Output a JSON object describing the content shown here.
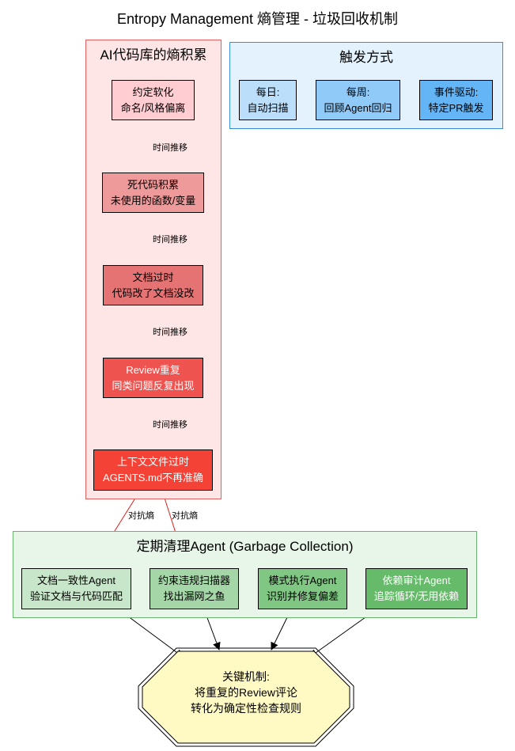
{
  "title": "Entropy Management 熵管理 - 垃圾回收机制",
  "clusters": {
    "accumulation": {
      "title": "AI代码库的熵积累",
      "fill": "#ffe6e6",
      "stroke": "#e06060"
    },
    "triggers": {
      "title": "触发方式",
      "fill": "#e3f2fd",
      "stroke": "#3a8fd0"
    },
    "gc": {
      "title": "定期清理Agent (Garbage Collection)",
      "fill": "#e8f5e9",
      "stroke": "#6ab56e"
    }
  },
  "entropy_nodes": [
    {
      "line1": "约定软化",
      "line2": "命名/风格偏离",
      "fill": "#ffcdd2",
      "text_color": "#000000"
    },
    {
      "line1": "死代码积累",
      "line2": "未使用的函数/变量",
      "fill": "#ef9a9a",
      "text_color": "#000000"
    },
    {
      "line1": "文档过时",
      "line2": "代码改了文档没改",
      "fill": "#e57373",
      "text_color": "#000000"
    },
    {
      "line1": "Review重复",
      "line2": "同类问题反复出现",
      "fill": "#ef5350",
      "text_color": "#ffffff"
    },
    {
      "line1": "上下文文件过时",
      "line2": "AGENTS.md不再准确",
      "fill": "#f44336",
      "text_color": "#ffffff"
    }
  ],
  "time_edge_label": "时间推移",
  "counter_edge_label": "对抗熵",
  "trigger_nodes": [
    {
      "line1": "每日:",
      "line2": "自动扫描",
      "fill": "#bbdefb"
    },
    {
      "line1": "每周:",
      "line2": "回顾Agent回归",
      "fill": "#90caf9"
    },
    {
      "line1": "事件驱动:",
      "line2": "特定PR触发",
      "fill": "#64b5f6"
    }
  ],
  "agent_nodes": [
    {
      "line1": "文档一致性Agent",
      "line2": "验证文档与代码匹配",
      "fill": "#c8e6c9",
      "text_color": "#000000"
    },
    {
      "line1": "约束违规扫描器",
      "line2": "找出漏网之鱼",
      "fill": "#a5d6a7",
      "text_color": "#000000"
    },
    {
      "line1": "模式执行Agent",
      "line2": "识别并修复偏差",
      "fill": "#81c784",
      "text_color": "#000000"
    },
    {
      "line1": "依赖审计Agent",
      "line2": "追踪循环/无用依赖",
      "fill": "#66bb6a",
      "text_color": "#ffffff"
    }
  ],
  "key_mechanism": {
    "line1": "关键机制:",
    "line2": "将重复的Review评论",
    "line3": "转化为确定性检查规则",
    "fill": "#fff9c4"
  },
  "edge_colors": {
    "time": "#000000",
    "counter": "#e0201b",
    "converge": "#000000"
  }
}
